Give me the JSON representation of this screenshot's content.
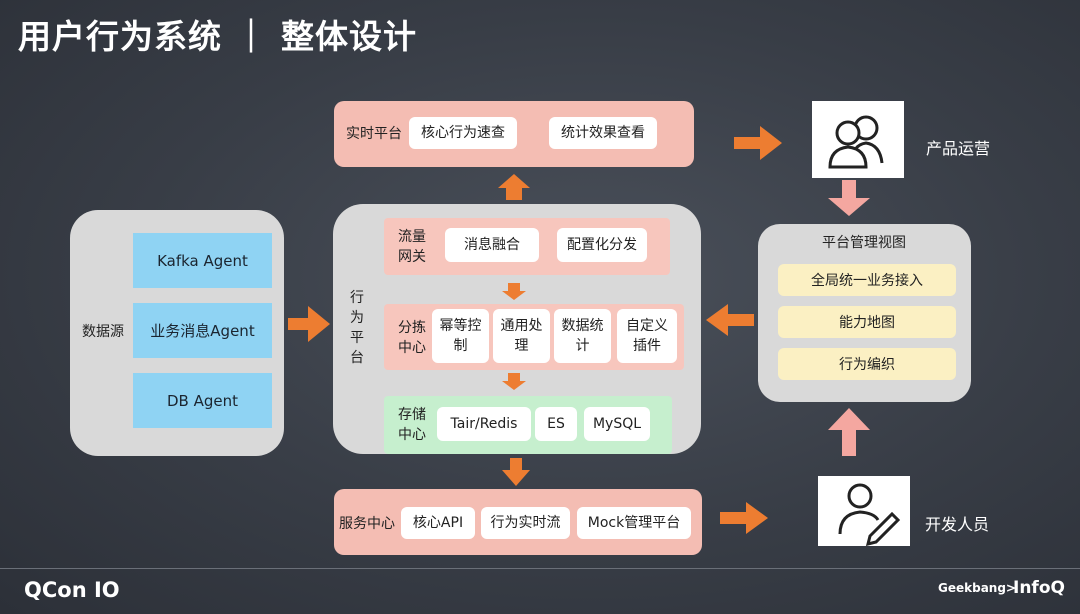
{
  "title": "用户行为系统 ｜ 整体设计",
  "realtime": {
    "label": "实时平台",
    "items": [
      "核心行为速查",
      "统计效果查看"
    ]
  },
  "datasource": {
    "label": "数据源",
    "items": [
      "Kafka Agent",
      "业务消息Agent",
      "DB Agent"
    ]
  },
  "behavior": {
    "label": "行\n为\n平\n台",
    "gateway": {
      "label": "流量\n网关",
      "items": [
        "消息融合",
        "配置化分发"
      ]
    },
    "sorting": {
      "label": "分拣\n中心",
      "items": [
        "幂等控\n制",
        "通用处\n理",
        "数据统\n计",
        "自定义\n插件"
      ]
    },
    "storage": {
      "label": "存储\n中心",
      "items": [
        "Tair/Redis",
        "ES",
        "MySQL"
      ]
    }
  },
  "service": {
    "label": "服务中心",
    "items": [
      "核心API",
      "行为实时流",
      "Mock管理平台"
    ]
  },
  "platform_view": {
    "label": "平台管理视图",
    "items": [
      "全局统一业务接入",
      "能力地图",
      "行为编织"
    ]
  },
  "roles": {
    "ops": "产品运营",
    "dev": "开发人员"
  },
  "footer": {
    "left": "QCon IO",
    "right_brand1": "Geekbang>",
    "right_brand2": "InfoQ"
  },
  "colors": {
    "arrow": "#ed7d31",
    "pink": "#f4bdb3",
    "green": "#c6efce",
    "cyan": "#8fd3f3",
    "yellow": "#fbf0c3"
  }
}
